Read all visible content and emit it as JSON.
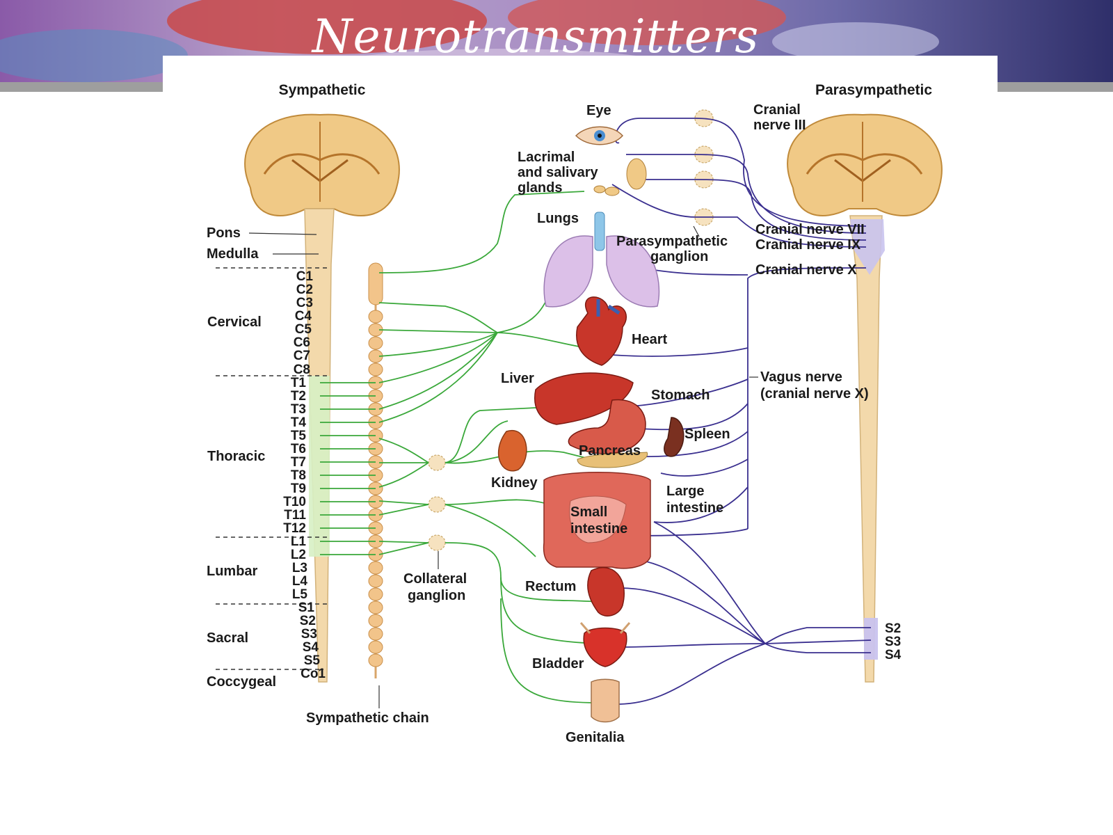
{
  "slide": {
    "title": "Neurotransmitters"
  },
  "headers": {
    "sympathetic": "Sympathetic",
    "parasympathetic": "Parasympathetic"
  },
  "brain_labels": {
    "pons": "Pons",
    "medulla": "Medulla"
  },
  "regions": {
    "cervical": "Cervical",
    "thoracic": "Thoracic",
    "lumbar": "Lumbar",
    "sacral": "Sacral",
    "coccygeal": "Coccygeal"
  },
  "segments": [
    "C1",
    "C2",
    "C3",
    "C4",
    "C5",
    "C6",
    "C7",
    "C8",
    "T1",
    "T2",
    "T3",
    "T4",
    "T5",
    "T6",
    "T7",
    "T8",
    "T9",
    "T10",
    "T11",
    "T12",
    "L1",
    "L2",
    "L3",
    "L4",
    "L5",
    "S1",
    "S2",
    "S3",
    "S4",
    "S5",
    "Co1"
  ],
  "organs": {
    "eye": "Eye",
    "lacrimal_1": "Lacrimal",
    "lacrimal_2": "and salivary",
    "lacrimal_3": "glands",
    "lungs": "Lungs",
    "heart": "Heart",
    "liver": "Liver",
    "stomach": "Stomach",
    "spleen": "Spleen",
    "pancreas": "Pancreas",
    "kidney": "Kidney",
    "large_intestine_1": "Large",
    "large_intestine_2": "intestine",
    "small_intestine_1": "Small",
    "small_intestine_2": "intestine",
    "rectum": "Rectum",
    "bladder": "Bladder",
    "genitalia": "Genitalia"
  },
  "nerves": {
    "cranial_3_line1": "Cranial",
    "cranial_3_line2": "nerve III",
    "cranial_7": "Cranial nerve VII",
    "cranial_9": "Cranial nerve IX",
    "cranial_10": "Cranial nerve X",
    "vagus_1": "Vagus nerve",
    "vagus_2": "(cranial nerve X)",
    "para_ganglion_1": "Parasympathetic",
    "para_ganglion_2": "ganglion",
    "collateral_1": "Collateral",
    "collateral_2": "ganglion",
    "sympathetic_chain": "Sympathetic chain"
  },
  "sacral_para": [
    "S2",
    "S3",
    "S4"
  ],
  "colors": {
    "sympathetic_fiber": "#3aa83a",
    "parasympathetic_fiber": "#3a2f8f",
    "cord": "#f3d9ab",
    "thoracolumbar_outflow": "#d7f0c4",
    "craniosacral_outflow": "#c9c3ee",
    "organ_red": "#c8362a"
  }
}
